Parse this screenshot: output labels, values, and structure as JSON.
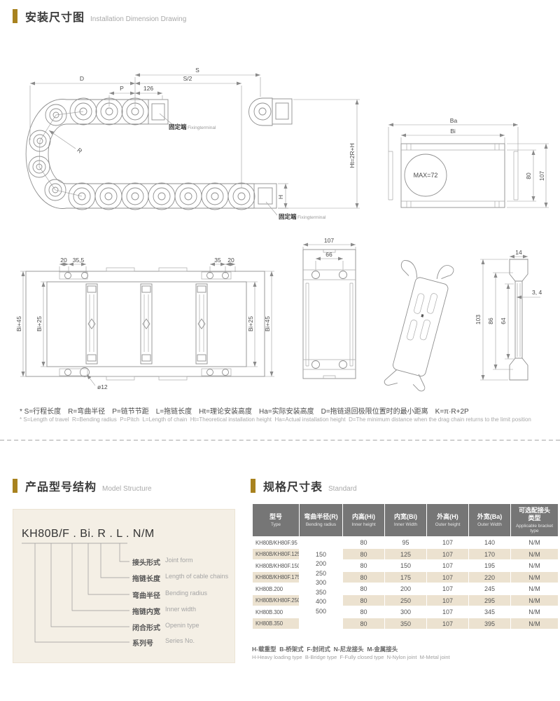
{
  "sections": {
    "install": {
      "zh": "安装尺寸图",
      "en": "Installation Dimension Drawing"
    },
    "model": {
      "zh": "产品型号结构",
      "en": "Model Structure"
    },
    "spec": {
      "zh": "规格尺寸表",
      "en": "Standard"
    }
  },
  "dims": {
    "s": "S",
    "s_half": "S/2",
    "d": "D",
    "p": "P",
    "n126": "126",
    "r": "R",
    "fixed_zh": "固定端",
    "fixed_en": "Fixingterminal",
    "ht": "Ht=2R+H",
    "h": "H",
    "ba": "Ba",
    "bi": "Bi",
    "max72": "MAX=72",
    "n80": "80",
    "n107": "107",
    "n20": "20",
    "n35_5": "35,5",
    "n35": "35",
    "bi45": "Bi+45",
    "bi25": "Bi+25",
    "dia12": "ø12",
    "n66": "66",
    "n14": "14",
    "n103": "103",
    "n86": "86",
    "n64": "64",
    "n3_4": "3, 4"
  },
  "legend": {
    "zh": "* S=行程长度　R=弯曲半径　P=链节节距　L=拖链长度　Ht=理论安装高度　Ha=实际安装高度　D=拖链退回极限位置时的最小距离　K=π·R+2P",
    "en": "* S=Length of travel  R=Bending radius  P=Pitch  L=Length of chain  Ht=Theoretical installation height  Ha=Actual installation height  D=The minimum distance when the drag chain returns to the limit position"
  },
  "model": {
    "code": "KH80B/F . Bi. R . L . N/M",
    "parts": [
      {
        "zh": "接头形式",
        "en": "Joint form"
      },
      {
        "zh": "拖链长度",
        "en": "Length of cable chains"
      },
      {
        "zh": "弯曲半径",
        "en": "Bending radius"
      },
      {
        "zh": "拖链内宽",
        "en": "Inner width"
      },
      {
        "zh": "闭合形式",
        "en": "Openin type"
      },
      {
        "zh": "系列号",
        "en": "Series No."
      }
    ]
  },
  "spec_table": {
    "headers": [
      {
        "zh": "型号",
        "en": "Type"
      },
      {
        "zh": "弯曲半径(R)",
        "en": "Bending radius"
      },
      {
        "zh": "内高(Hi)",
        "en": "Inner height"
      },
      {
        "zh": "内宽(Bi)",
        "en": "Inner Width"
      },
      {
        "zh": "外高(H)",
        "en": "Outer height"
      },
      {
        "zh": "外宽(Ba)",
        "en": "Outer Width"
      },
      {
        "zh": "可选配接头\n类型",
        "en": "Applicable bracket\ntype"
      }
    ],
    "radius_values": [
      "150",
      "200",
      "250",
      "300",
      "350",
      "400",
      "500"
    ],
    "rows": [
      {
        "type": "KH80B/KH80F.95",
        "hi": "80",
        "biw": "95",
        "h": "107",
        "ba": "140",
        "joint": "N/M"
      },
      {
        "type": "KH80B/KH80F.125",
        "hi": "80",
        "biw": "125",
        "h": "107",
        "ba": "170",
        "joint": "N/M"
      },
      {
        "type": "KH80B/KH80F.150",
        "hi": "80",
        "biw": "150",
        "h": "107",
        "ba": "195",
        "joint": "N/M"
      },
      {
        "type": "KH80B/KH80F.175",
        "hi": "80",
        "biw": "175",
        "h": "107",
        "ba": "220",
        "joint": "N/M"
      },
      {
        "type": "KH80B.200",
        "hi": "80",
        "biw": "200",
        "h": "107",
        "ba": "245",
        "joint": "N/M"
      },
      {
        "type": "KH80B/KH80F.250",
        "hi": "80",
        "biw": "250",
        "h": "107",
        "ba": "295",
        "joint": "N/M"
      },
      {
        "type": "KH80B.300",
        "hi": "80",
        "biw": "300",
        "h": "107",
        "ba": "345",
        "joint": "N/M"
      },
      {
        "type": "KH80B.350",
        "hi": "80",
        "biw": "350",
        "h": "107",
        "ba": "395",
        "joint": "N/M"
      }
    ],
    "note_zh": "H-载重型  B-桥架式  F-封闭式  N-尼龙接头  M-金属接头",
    "note_en": "H-Heavy loading type  B-Bridge type  F-Fully closed type  N-Nylon joint  M-Metal joint"
  }
}
